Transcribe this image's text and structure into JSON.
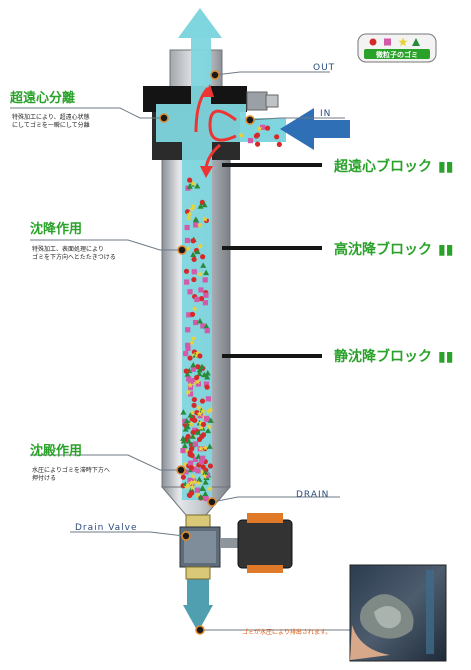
{
  "legend": {
    "label": "微粒子のゴミ",
    "colors": {
      "circle": "#d62a2a",
      "square": "#d25aa8",
      "star": "#e8d23a",
      "triangle": "#2a8a3a"
    }
  },
  "ports": {
    "out": "OUT",
    "in": "IN",
    "drain": "DRAIN",
    "drain_valve": "Drain Valve"
  },
  "sections": [
    {
      "title": "超遠心分離",
      "desc": [
        "特殊加工により、超遠心状態",
        "にしてゴミを一瞬にして分離"
      ]
    },
    {
      "title": "沈降作用",
      "desc": [
        "特殊加工、表面処理により",
        "ゴミを下方向へとたたきつける"
      ]
    },
    {
      "title": "沈殿作用",
      "desc": [
        "水圧によりゴミを滞時下方へ",
        "押付ける"
      ]
    }
  ],
  "blocks": [
    "超遠心ブロック",
    "高沈降ブロック",
    "静沈降ブロック"
  ],
  "block_mark": "▮▮",
  "photo_caption": "ゴミが水圧により排出されます。",
  "colors": {
    "flow": "#7fd6de",
    "label_green": "#2aa22a",
    "arrow_in": "#2f6fb5"
  }
}
